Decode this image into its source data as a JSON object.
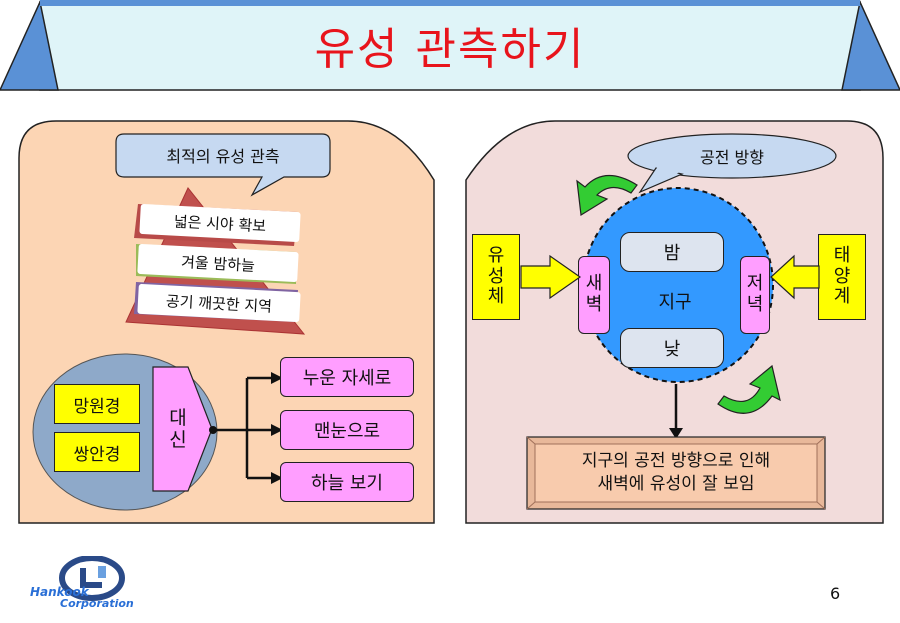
{
  "title": "유성 관측하기",
  "left_panel": {
    "callout": "최적의 유성 관측",
    "ribbons": [
      "넓은 시야 확보",
      "겨울 밤하늘",
      "공기 깨끗한 지역"
    ],
    "instruments": [
      "망원경",
      "쌍안경"
    ],
    "substitute": [
      "대",
      "신"
    ],
    "methods": [
      "누운 자세로",
      "맨눈으로",
      "하늘 보기"
    ]
  },
  "right_panel": {
    "callout": "공전 방향",
    "earth": "지구",
    "night": "밤",
    "day": "낮",
    "dawn": [
      "새",
      "벽"
    ],
    "dusk": [
      "저",
      "녁"
    ],
    "meteoroid": [
      "유",
      "성",
      "체"
    ],
    "sun": [
      "태",
      "양",
      "계"
    ],
    "conclusion": [
      "지구의 공전 방향으로 인해",
      "새벽에 유성이 잘 보임"
    ]
  },
  "logo": {
    "text1": "Hankook",
    "text2": "Corporation"
  },
  "page_number": "6",
  "colors": {
    "title_text": "#e8141c",
    "title_band": "#dff4f8",
    "title_accent": "#5a91d6",
    "left_panel": "#fcd5b4",
    "right_panel": "#f2dcdb",
    "callout": "#c6d9f1",
    "yellow": "#ffff00",
    "pink": "#ff9eff",
    "earth": "#3399ff",
    "gray_circle": "#8ea9c9",
    "green_arrow": "#33cc33"
  }
}
